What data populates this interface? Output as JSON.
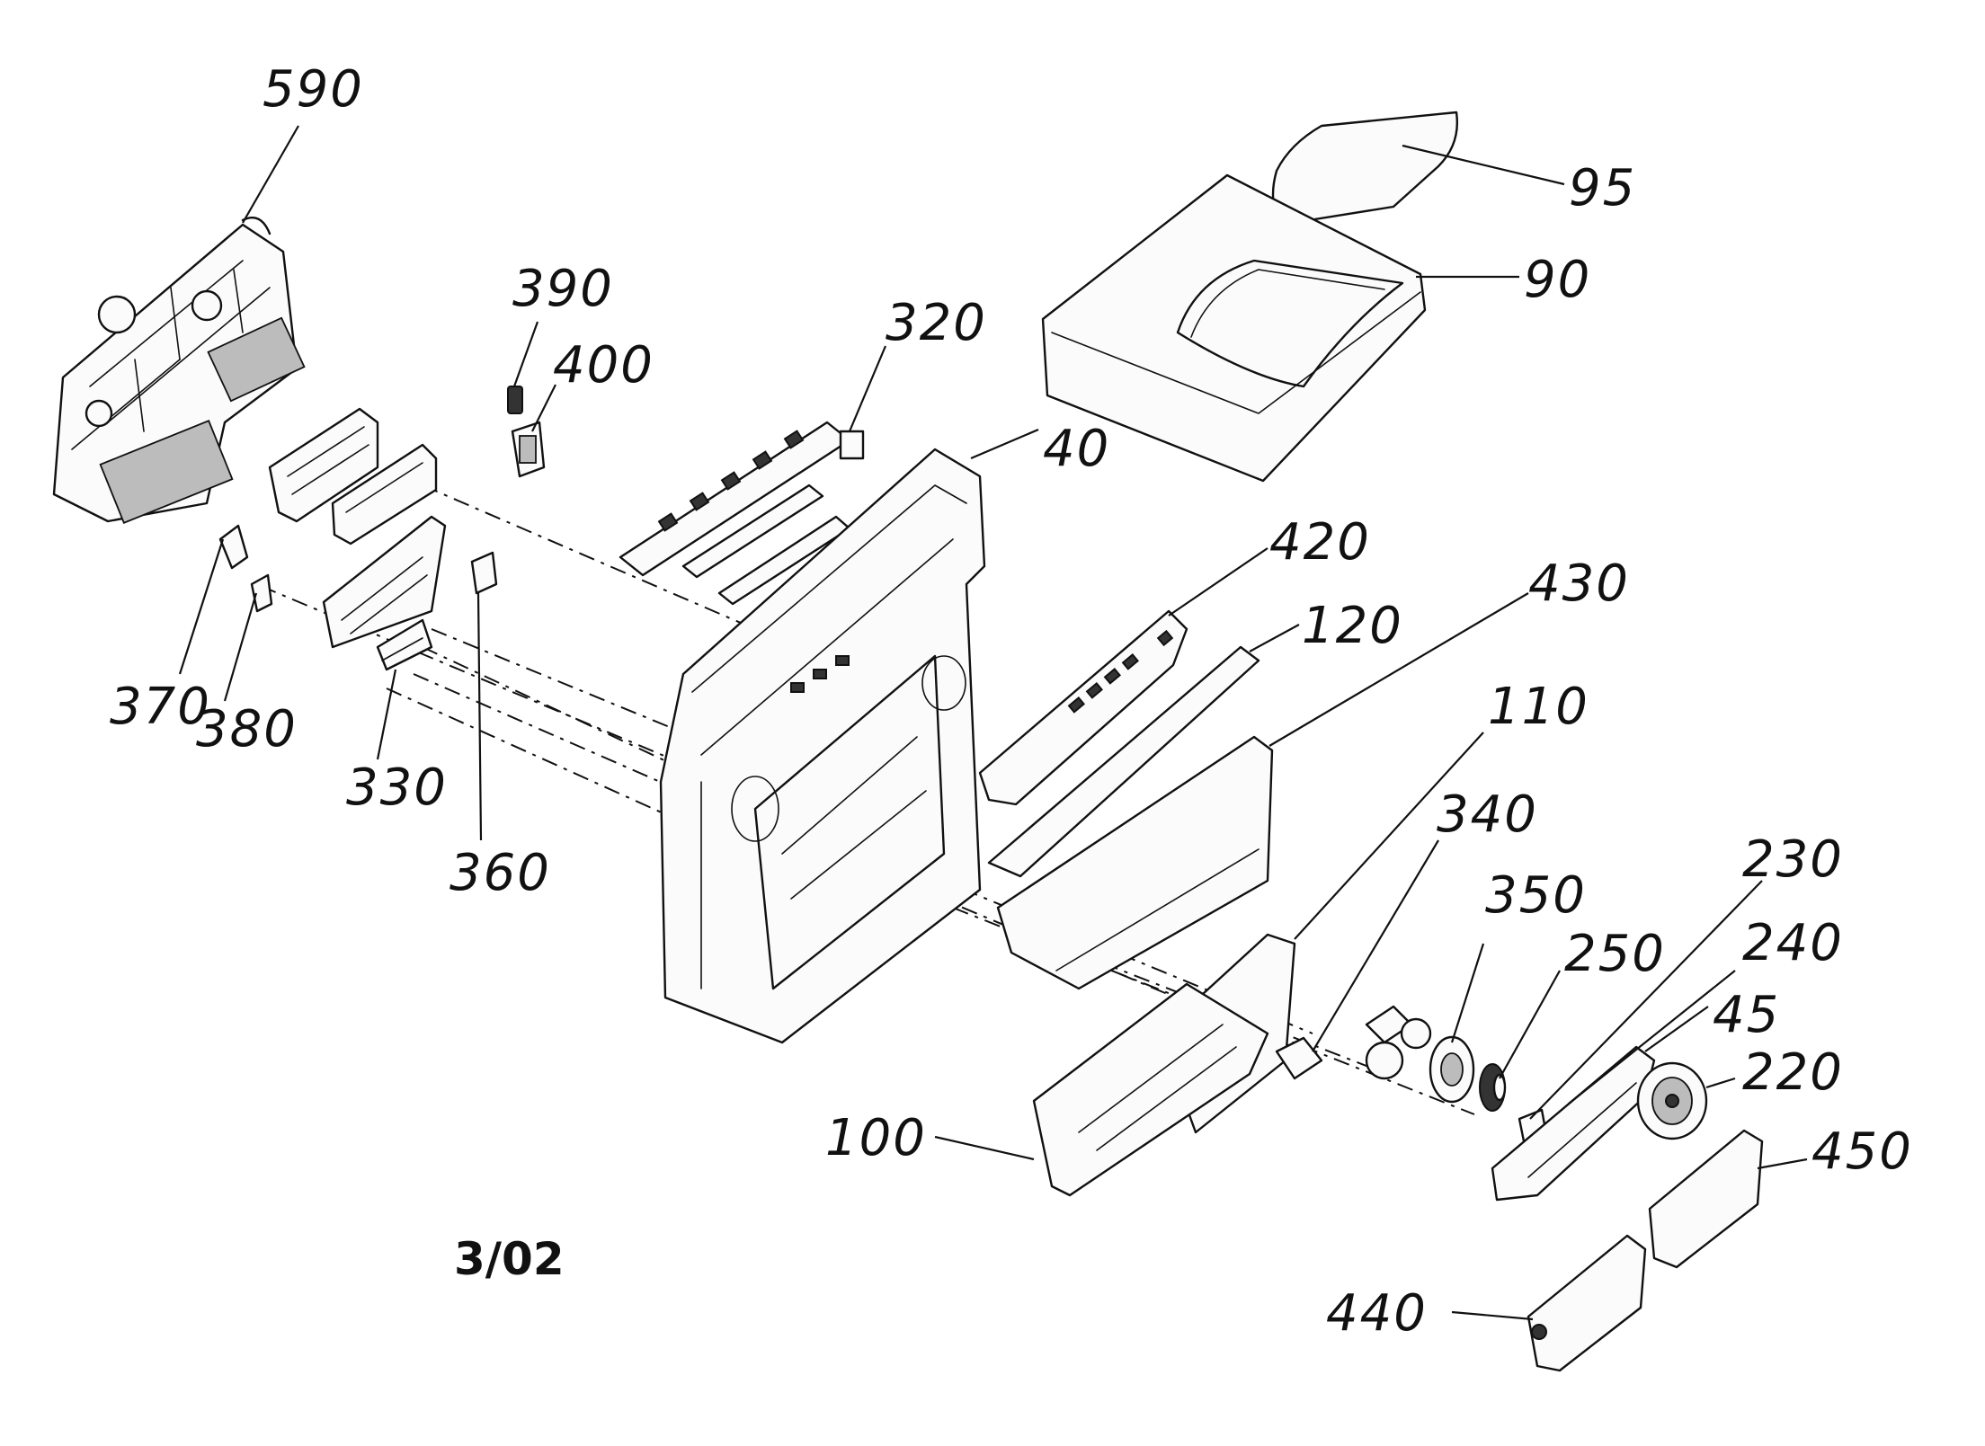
{
  "sheet_label": "3/02",
  "callouts": {
    "c590": "590",
    "c95": "95",
    "c90": "90",
    "c390": "390",
    "c400": "400",
    "c320": "320",
    "c40": "40",
    "c420": "420",
    "c120": "120",
    "c430": "430",
    "c110": "110",
    "c370": "370",
    "c380": "380",
    "c330": "330",
    "c360": "360",
    "c340": "340",
    "c350": "350",
    "c230": "230",
    "c250": "250",
    "c240": "240",
    "c45": "45",
    "c220": "220",
    "c100": "100",
    "c450": "450",
    "c440": "440"
  }
}
